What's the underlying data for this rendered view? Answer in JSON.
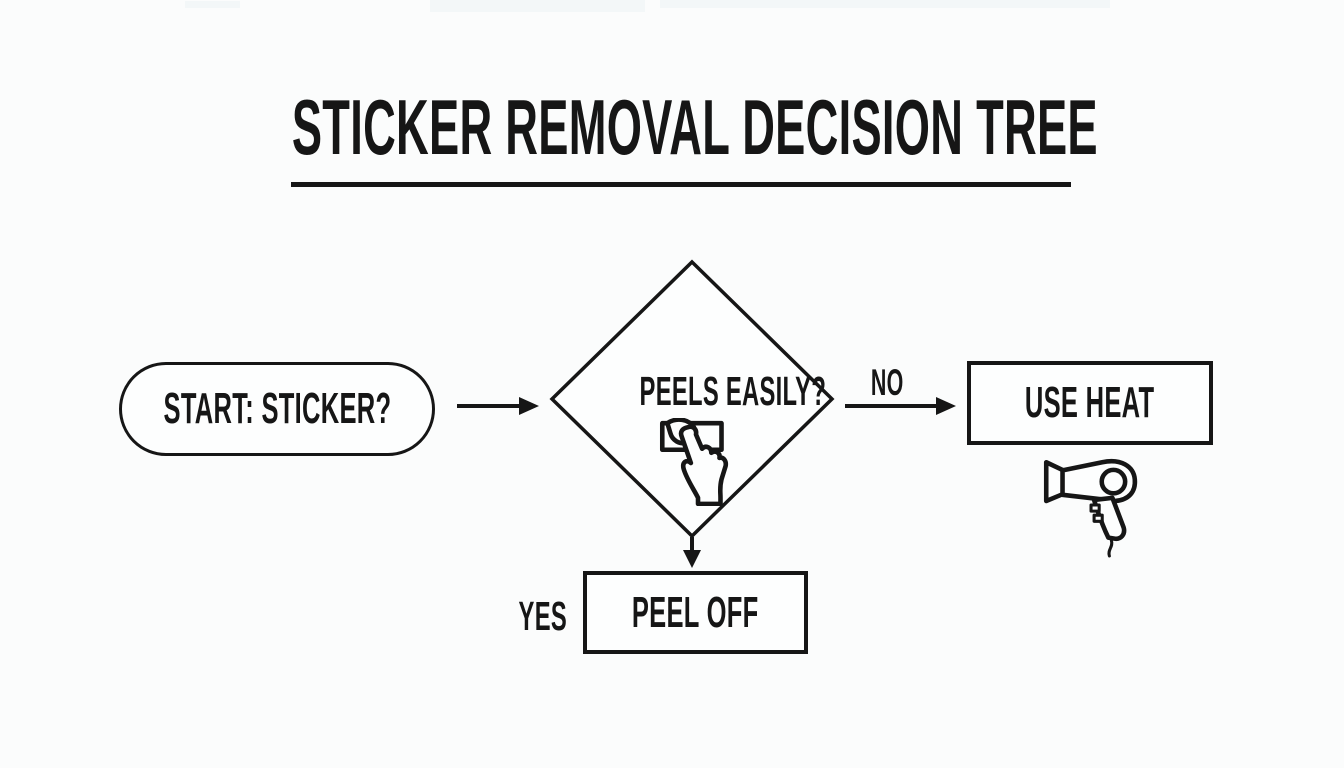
{
  "colors": {
    "paper": "#fbfcfc",
    "ink": "#161616"
  },
  "title": {
    "text": "STICKER REMOVAL DECISION TREE"
  },
  "nodes": {
    "start": {
      "type": "terminator",
      "label": "START: STICKER?"
    },
    "decision": {
      "type": "decision",
      "label": "PEELS EASILY?",
      "icon": "peel-sticker-hand-icon"
    },
    "use_heat": {
      "type": "process",
      "label": "USE HEAT",
      "icon": "hair-dryer-icon"
    },
    "peel_off": {
      "type": "process",
      "label": "PEEL OFF"
    }
  },
  "edges": {
    "start_to_decision": {
      "label": ""
    },
    "decision_to_use_heat": {
      "label": "NO"
    },
    "decision_to_peel_off": {
      "label": "YES"
    }
  }
}
